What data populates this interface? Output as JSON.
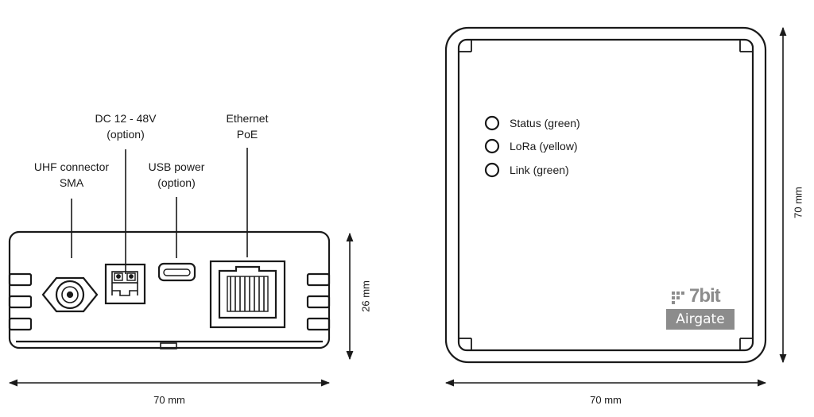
{
  "front_view": {
    "labels": {
      "uhf": [
        "UHF connector",
        "SMA"
      ],
      "dc": [
        "DC 12 - 48V",
        "(option)"
      ],
      "usb": [
        "USB power",
        "(option)"
      ],
      "ethernet": [
        "Ethernet",
        "PoE"
      ]
    },
    "height_dimension": "26 mm",
    "width_dimension": "70 mm"
  },
  "top_view": {
    "leds": [
      {
        "label": "Status (green)"
      },
      {
        "label": "LoRa (yellow)"
      },
      {
        "label": "Link (green)"
      }
    ],
    "logo": {
      "brand": "7bit",
      "product": "Airgate"
    },
    "height_dimension": "70 mm",
    "width_dimension": "70 mm"
  },
  "colors": {
    "line": "#1a1a1a",
    "logo": "#8c8c8c"
  }
}
